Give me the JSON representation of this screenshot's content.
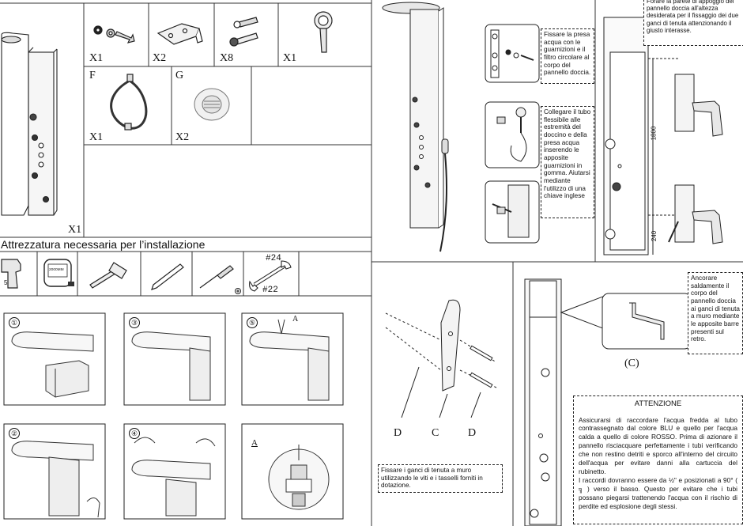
{
  "parts": {
    "labels": {
      "x1_fittings": "X1",
      "x2_hooks": "X2",
      "x8_screws": "X8",
      "x1_handshower": "X1",
      "f_letter": "F",
      "f_qty": "X1",
      "g_letter": "G",
      "g_qty": "X2",
      "panel_qty": "X1"
    }
  },
  "tools": {
    "heading": "Attrezzatura necessaria per l’installazione",
    "drill_bit": "5",
    "tape_measure": "2000MM",
    "wrench_24": "#24",
    "wrench_22": "#22"
  },
  "steps": {
    "n1": "①",
    "n2": "②",
    "n3": "③",
    "n4": "④",
    "n5": "⑤",
    "a_label": "A",
    "a_label_2": "A"
  },
  "notes": {
    "presa": "Fissare la presa acqua con le guarnizioni e il filtro circolare al corpo del pannello doccia.",
    "tubo": "Collegare il tubo flessibile alle estremità del doccino e della presa acqua inserendo le apposite guarnizioni in gomma. Aiutarsi mediante l'utilizzo di una chiave inglese",
    "forare": "Forare la parete di appoggio del pannello doccia all'altezza desiderata per il fissaggio dei due ganci di tenuta attenzionando il giusto interasse.",
    "ancorare": "Ancorare saldamente il corpo del pannello doccia ai ganci di tenuta a muro mediante le apposite barre presenti sul retro.",
    "fissare_ganci": "Fissare i ganci di tenuta a muro utilizzando le viti e i tasselli forniti in dotazione."
  },
  "dimensions": {
    "d1": "1800",
    "d2": "240"
  },
  "hook_parts": {
    "d_left": "D",
    "c": "C",
    "d_right": "D",
    "c_paren": "(C)"
  },
  "attention": {
    "title": "ATTENZIONE",
    "p1": "Assicurarsi di raccordare l'acqua fredda al tubo contrassegnato dal colore BLU e quello per l'acqua calda a quello di colore ROSSO. Prima di azionare il pannello risciacquare perfettamente i tubi verificando che non restino detriti e sporco all'interno del circuito dell'acqua per evitare danni alla cartuccia del rubinetto.",
    "p2": "I raccordi dovranno essere da ½\" e posizionati a 90° ( ╗ ) verso il basso. Questo per evitare che i tubi possano piegarsi trattenendo l'acqua con il rischio di perdite ed esplosione degli stessi."
  }
}
